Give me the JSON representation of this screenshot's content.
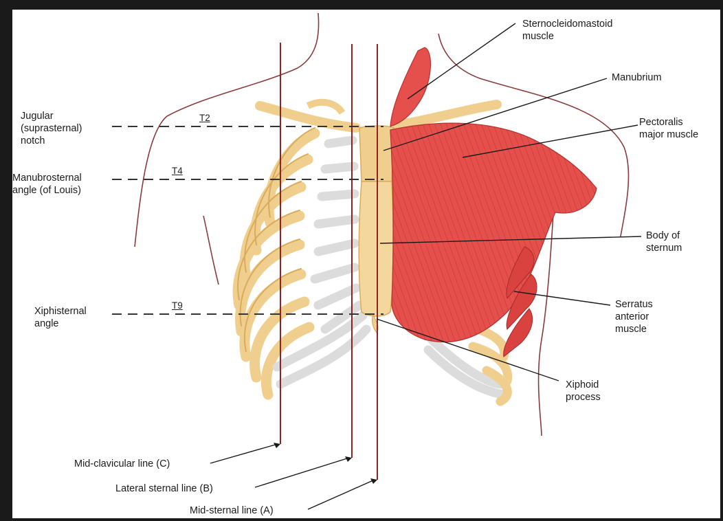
{
  "labels": {
    "sternocleidomastoid_1": "Sternocleidomastoid",
    "sternocleidomastoid_2": "muscle",
    "manubrium": "Manubrium",
    "pectoralis_1": "Pectoralis",
    "pectoralis_2": "major muscle",
    "body_of_sternum_1": "Body of",
    "body_of_sternum_2": "sternum",
    "serratus_1": "Serratus",
    "serratus_2": "anterior",
    "serratus_3": "muscle",
    "xiphoid_1": "Xiphoid",
    "xiphoid_2": "process",
    "jugular_1": "Jugular",
    "jugular_2": "(suprasternal)",
    "jugular_3": "notch",
    "manubrosternal_1": "Manubrosternal",
    "manubrosternal_2": "angle (of Louis)",
    "xiphisternal_1": "Xiphisternal",
    "xiphisternal_2": "angle",
    "mid_clavicular": "Mid-clavicular line (C)",
    "lateral_sternal": "Lateral sternal line (B)",
    "mid_sternal": "Mid-sternal line (A)"
  },
  "vertebral_levels": {
    "t2": "T2",
    "t4": "T4",
    "t9": "T9"
  },
  "colors": {
    "bone": "#f0cf8e",
    "bone_shade": "#d9ab5c",
    "cartilage": "#dcdcdc",
    "muscle": "#e5504d",
    "muscle_dark": "#c33733",
    "skin_outline": "#8a3a3a",
    "reference_line": "#8b2323"
  }
}
